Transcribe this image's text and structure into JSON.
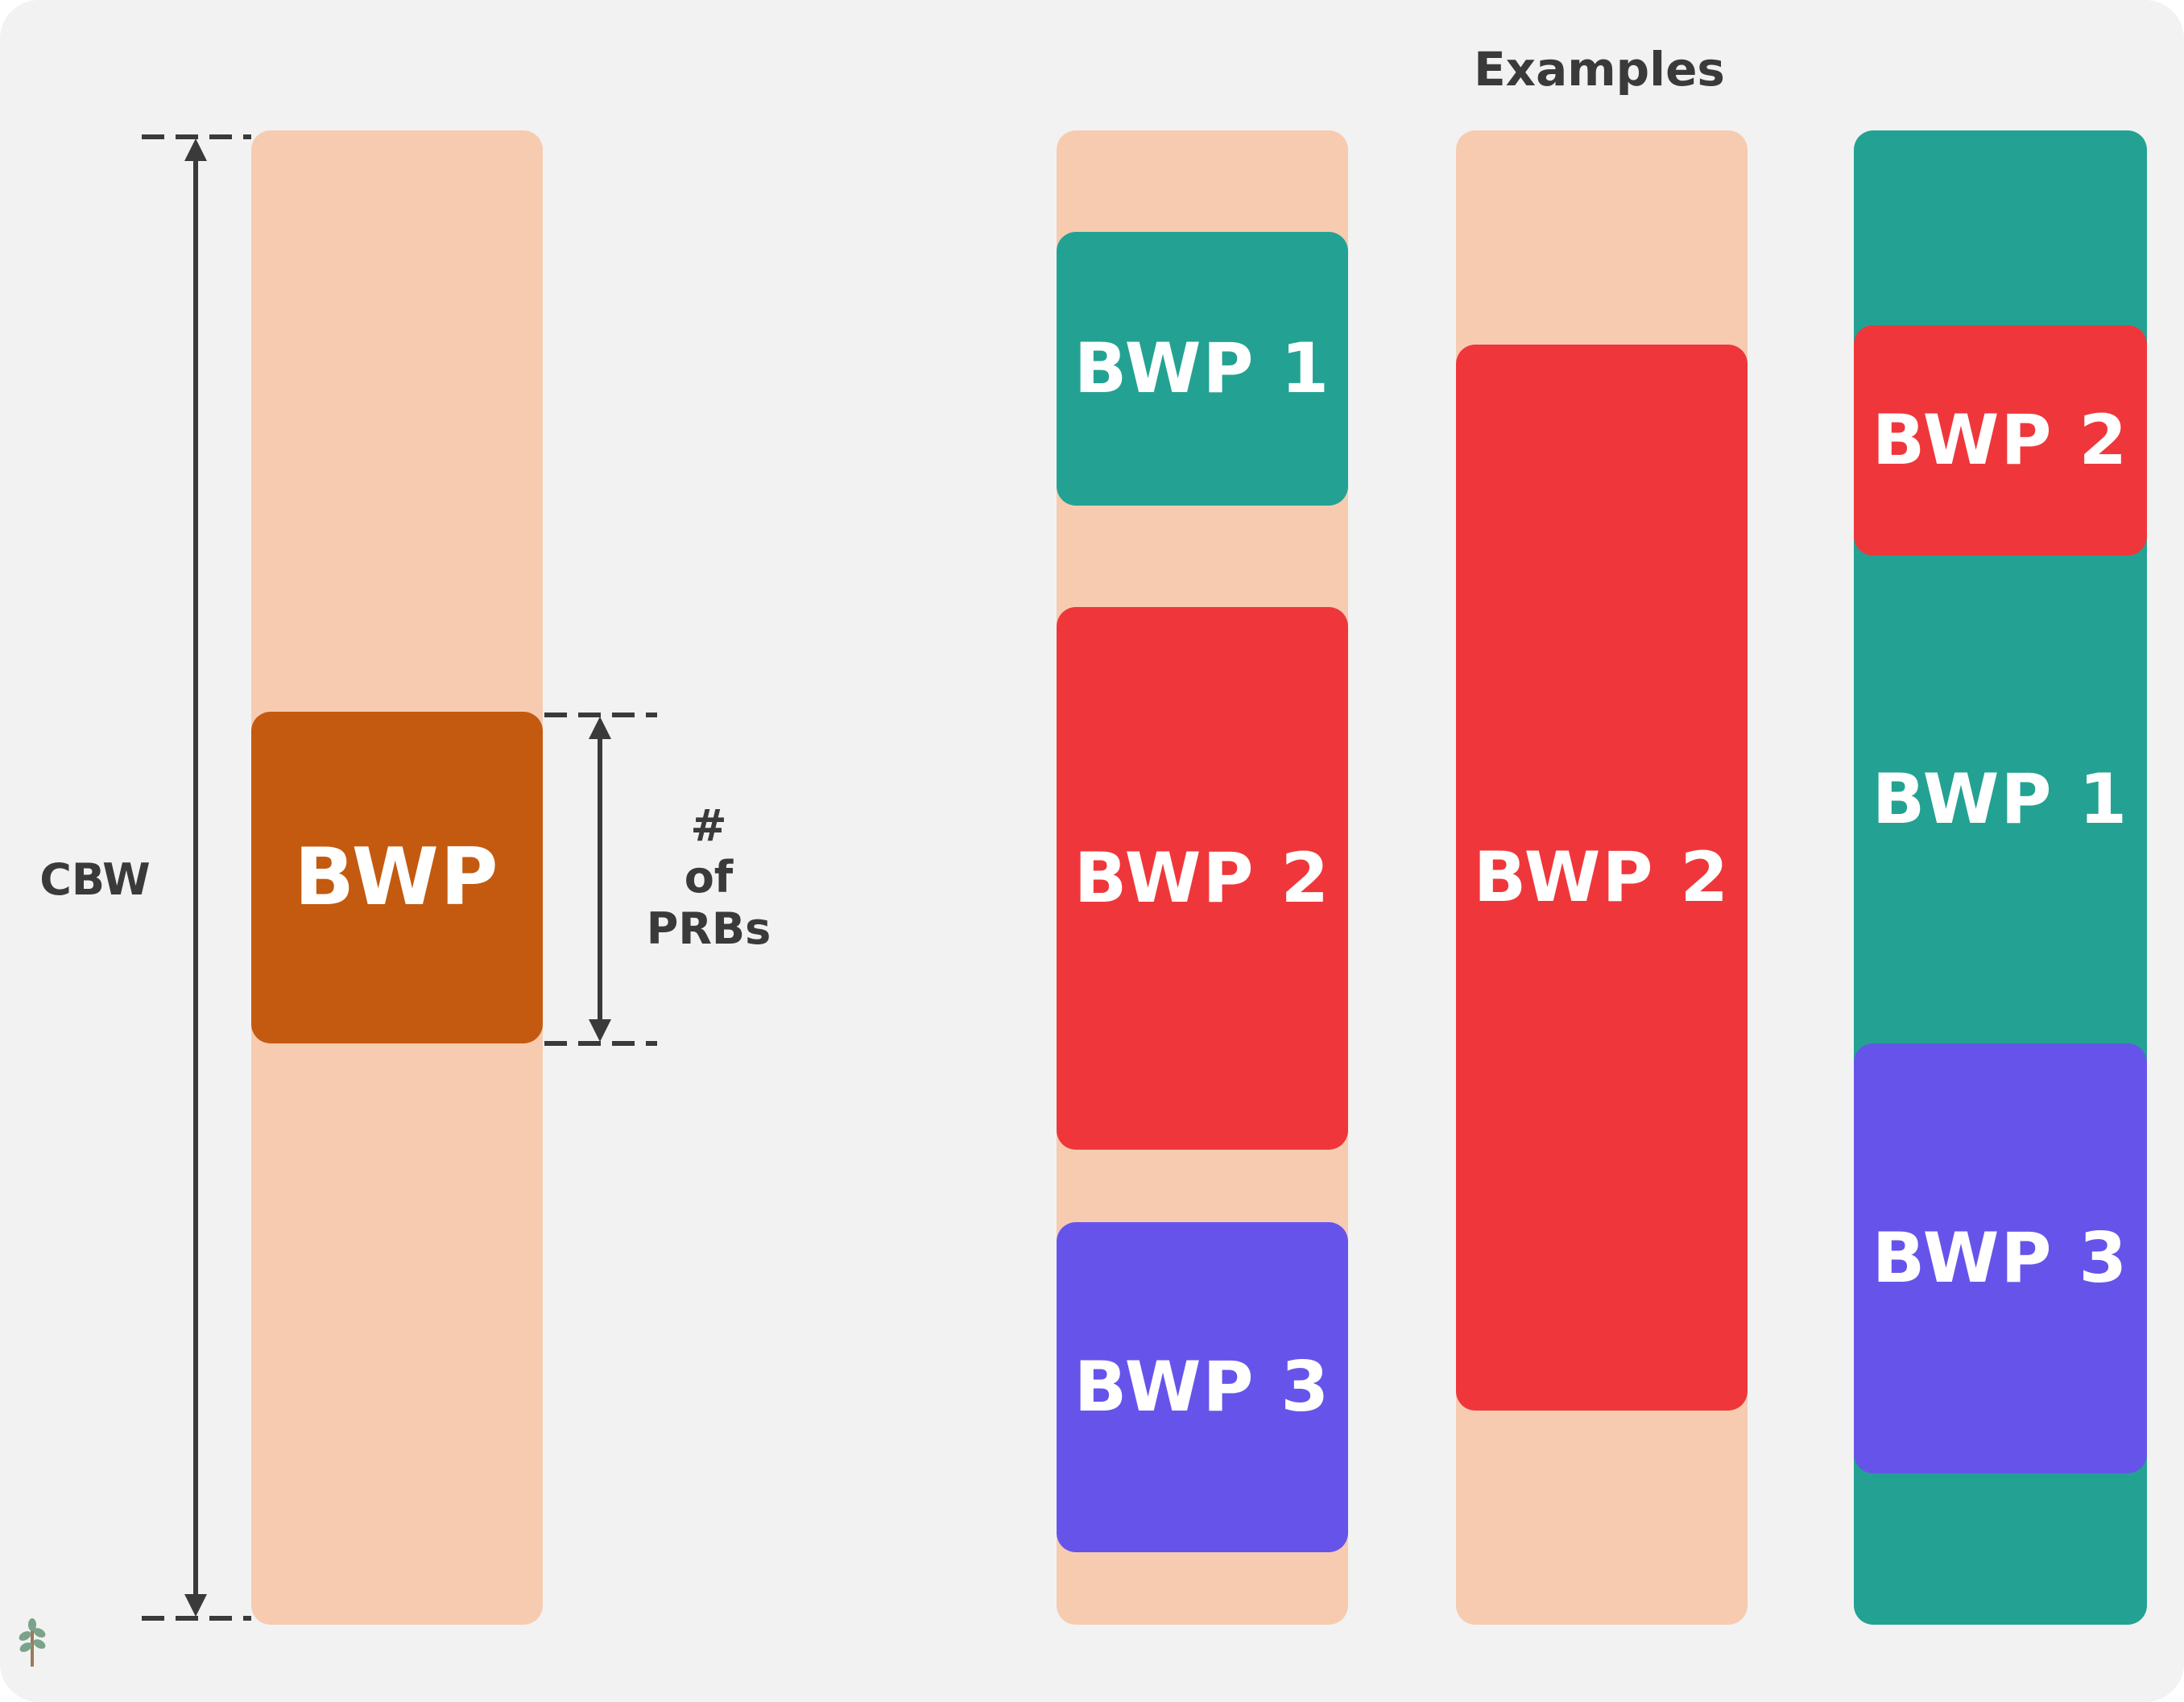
{
  "colors": {
    "background": "#f2f2f2",
    "cbw_band": "#f7cbb0",
    "bwp_main": "#c35a10",
    "bwp1_teal": "#23a293",
    "bwp2_red": "#ef373b",
    "bwp3_purple": "#6654ea",
    "line": "#3a3a3a"
  },
  "header": {
    "title": "Examples"
  },
  "left": {
    "cbw_label": "CBW",
    "bwp_label": "BWP",
    "prb_label": {
      "line1": "#",
      "line2": "of",
      "line3": "PRBs"
    }
  },
  "examples": [
    {
      "blocks": [
        {
          "label": "BWP 1",
          "color": "bwp1_teal"
        },
        {
          "label": "BWP 2",
          "color": "bwp2_red"
        },
        {
          "label": "BWP 3",
          "color": "bwp3_purple"
        }
      ]
    },
    {
      "blocks": [
        {
          "label": "BWP 2",
          "color": "bwp2_red"
        }
      ]
    },
    {
      "background": "bwp1_teal",
      "blocks": [
        {
          "label": "BWP 2",
          "color": "bwp2_red"
        },
        {
          "label": "BWP 1",
          "color": "bwp1_teal"
        },
        {
          "label": "BWP 3",
          "color": "bwp3_purple"
        }
      ]
    }
  ],
  "logo": {
    "icon": "leaf-logo-icon"
  }
}
